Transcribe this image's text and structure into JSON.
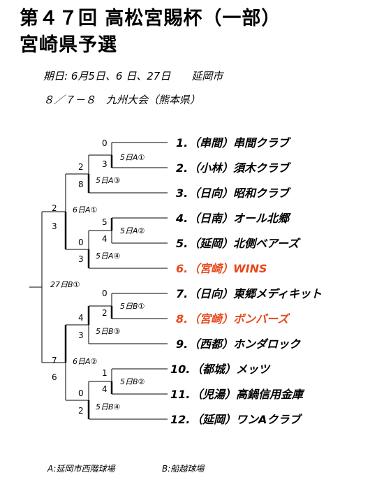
{
  "title": {
    "line1": "第４７回 高松宮賜杯（一部）",
    "line2": "宮崎県予選"
  },
  "info": {
    "line1": "期日: 6月5日、6 日、27日　　延岡市",
    "line2": "８／７－８　九州大会（熊本県）"
  },
  "colors": {
    "highlight": "#e8481c",
    "text": "#000000",
    "winner_line": "#000000"
  },
  "teams": [
    {
      "num": "1.",
      "name": "（串間）串間クラブ",
      "highlight": false
    },
    {
      "num": "2.",
      "name": "（小林）須木クラブ",
      "highlight": false
    },
    {
      "num": "3.",
      "name": "（日向）昭和クラブ",
      "highlight": false
    },
    {
      "num": "4.",
      "name": "（日南）オール北郷",
      "highlight": false
    },
    {
      "num": "5.",
      "name": "（延岡）北側ベアーズ",
      "highlight": false
    },
    {
      "num": "6.",
      "name": "（宮崎）WINS",
      "highlight": true
    },
    {
      "num": "7.",
      "name": "（日向）東郷メディキット",
      "highlight": false
    },
    {
      "num": "8.",
      "name": "（宮崎）ボンバーズ",
      "highlight": true
    },
    {
      "num": "9.",
      "name": "（西都）ホンダロック",
      "highlight": false
    },
    {
      "num": "10.",
      "name": "（都城）メッツ",
      "highlight": false
    },
    {
      "num": "11.",
      "name": "（児湯）高鍋信用金庫",
      "highlight": false
    },
    {
      "num": "12.",
      "name": "（延岡）ワンAクラブ",
      "highlight": false
    }
  ],
  "scores": {
    "m1": [
      "0",
      "3"
    ],
    "m2": [
      "2",
      "8"
    ],
    "m3": [
      "5",
      "4"
    ],
    "m4": [
      "0",
      "3"
    ],
    "m5": [
      "0",
      "2"
    ],
    "m6": [
      "4",
      "3"
    ],
    "m7": [
      "1",
      "4"
    ],
    "m8": [
      "0",
      "2"
    ],
    "m9": [
      "2",
      "3"
    ],
    "m10": [
      "7",
      "6"
    ]
  },
  "slots": {
    "m1": "5日A①",
    "m2": "5日A③",
    "m3": "5日A②",
    "m4": "5日A④",
    "m5": "5日B①",
    "m6": "5日B③",
    "m7": "5日B②",
    "m8": "5日B④",
    "m9": "6日A①",
    "m10": "6日A②",
    "final": "27日B①"
  },
  "footer": {
    "a": "A:延岡市西階球場",
    "b": "B:船越球場"
  }
}
